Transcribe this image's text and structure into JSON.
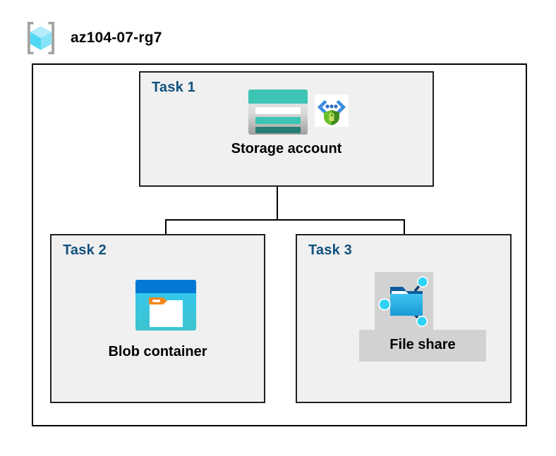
{
  "diagram": {
    "title": "az104-07-rg7",
    "resource_group_icon": "resource-group-cube-icon",
    "accent_color": "#10517e",
    "box_fill_color": "#f0f0f0",
    "border_color": "#231f20",
    "highlight_color": "#d2d2d2",
    "tasks": [
      {
        "label": "Task 1",
        "node_caption": "Storage account",
        "icons": [
          "storage-account-icon",
          "private-link-secure-icon"
        ]
      },
      {
        "label": "Task 2",
        "node_caption": "Blob container",
        "icons": [
          "blob-container-icon"
        ]
      },
      {
        "label": "Task 3",
        "node_caption": "File share",
        "icons": [
          "file-share-icon"
        ],
        "highlighted": "true"
      }
    ]
  }
}
